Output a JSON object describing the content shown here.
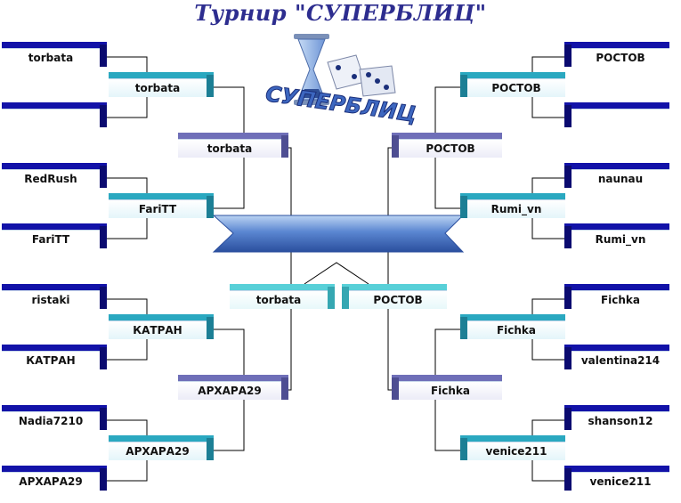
{
  "title": "Турнир \"СУПЕРБЛИЦ\"",
  "logo_text": "СУПЕРБЛИЦ",
  "colors": {
    "round1": "#1212a8",
    "round2": "#2aa8c0",
    "semi": "#6f6fb8",
    "final": "#58d0d8",
    "line": "#000000",
    "banner": "#3f6fc2"
  },
  "left": {
    "round1": [
      "torbata",
      "",
      "RedRush",
      "FariTT",
      "ristaki",
      "КАТРАН",
      "Nadia7210",
      "АРХАРА29"
    ],
    "round2": [
      "torbata",
      "FariTT",
      "КАТРАН",
      "АРХАРА29"
    ],
    "semi": [
      "torbata",
      "АРХАРА29"
    ],
    "final": "torbata"
  },
  "right": {
    "round1": [
      "РОСТОВ",
      "",
      "naunau",
      "Rumi_vn",
      "Fichka",
      "valentina214",
      "shanson12",
      "venice211"
    ],
    "round2": [
      "РОСТОВ",
      "Rumi_vn",
      "Fichka",
      "venice211"
    ],
    "semi": [
      "РОСТОВ",
      "Fichka"
    ],
    "final": "РОСТОВ"
  }
}
